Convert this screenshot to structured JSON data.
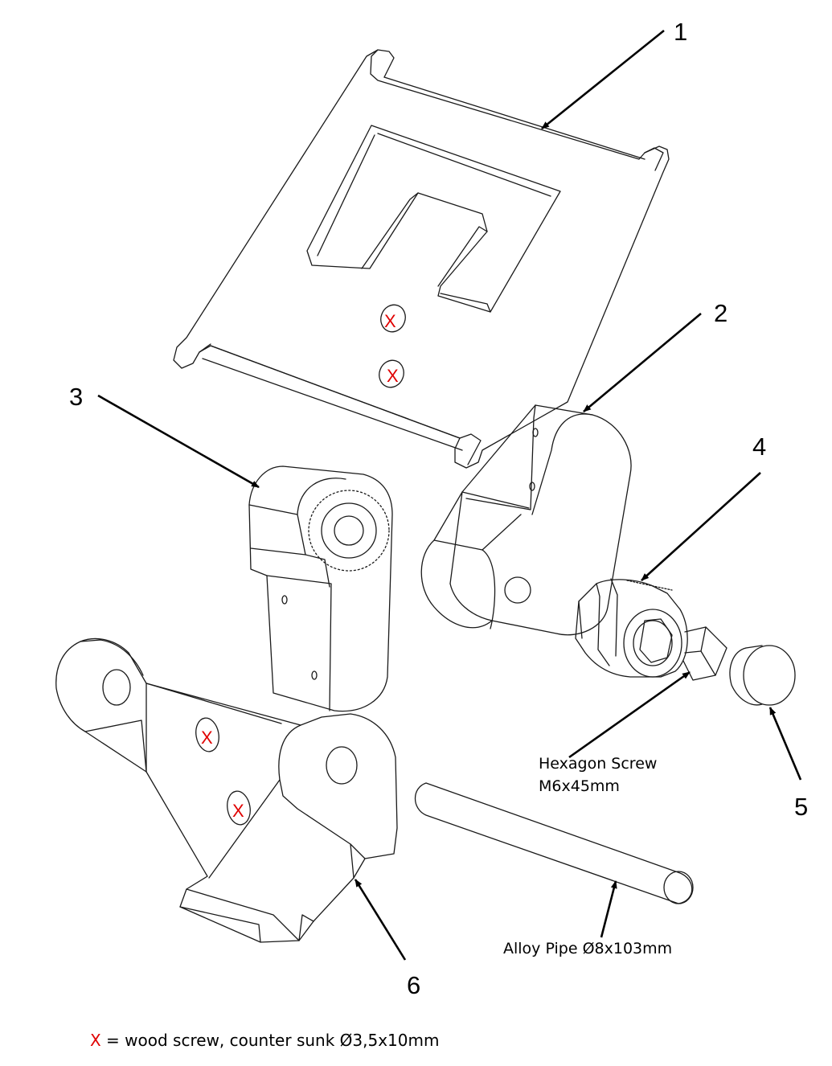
{
  "callouts": {
    "p1": "1",
    "p2": "2",
    "p3": "3",
    "p4": "4",
    "p5": "5",
    "p6": "6"
  },
  "labels": {
    "hex_screw_line1": "Hexagon Screw",
    "hex_screw_line2": "M6x45mm",
    "alloy_pipe": "Alloy Pipe Ø8x103mm"
  },
  "marks": {
    "wood_screw": "X"
  },
  "legend": {
    "symbol": "X",
    "text": " = wood screw, counter sunk Ø3,5x10mm"
  },
  "colors": {
    "screw_mark": "#e00000",
    "line": "#1a1a1a"
  }
}
